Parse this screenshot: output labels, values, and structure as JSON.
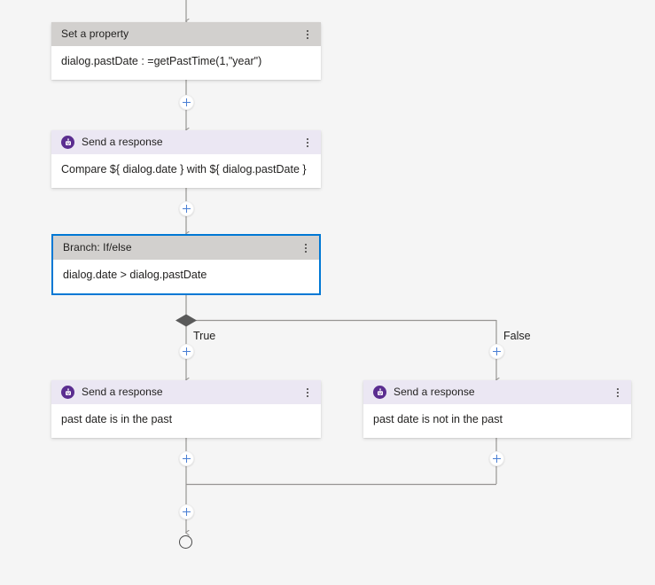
{
  "canvas": {
    "background_color": "#f5f5f5",
    "selection_color": "#0078d4",
    "connector_color": "#979593",
    "plus_color": "#4a7fd4",
    "bot_icon_color": "#5b2d90"
  },
  "nodes": [
    {
      "id": "set-a-property",
      "type": "setProperty",
      "title": "Set a property",
      "body": "dialog.pastDate : =getPastTime(1,\"year\")",
      "header_style": "gray",
      "has_icon": false,
      "selected": false,
      "menu": "more-options"
    },
    {
      "id": "send-a-response-compare",
      "type": "sendResponse",
      "title": "Send a response",
      "body": "Compare ${ dialog.date } with ${ dialog.pastDate }",
      "header_style": "purple",
      "has_icon": true,
      "icon": "bot-icon",
      "selected": false,
      "menu": "more-options"
    },
    {
      "id": "branch-if-else",
      "type": "ifCondition",
      "title": "Branch: If/else",
      "body": "dialog.date > dialog.pastDate",
      "header_style": "gray",
      "has_icon": false,
      "selected": true,
      "menu": "more-options"
    },
    {
      "id": "send-a-response-true",
      "type": "sendResponse",
      "title": "Send a response",
      "body": "past date is in the past",
      "header_style": "purple",
      "has_icon": true,
      "icon": "bot-icon",
      "selected": false,
      "menu": "more-options"
    },
    {
      "id": "send-a-response-false",
      "type": "sendResponse",
      "title": "Send a response",
      "body": "past date is not in the past",
      "header_style": "purple",
      "has_icon": true,
      "icon": "bot-icon",
      "selected": false,
      "menu": "more-options"
    }
  ],
  "branch_labels": {
    "true": "True",
    "false": "False"
  },
  "insert_buttons": [
    {
      "id": "insert-after-set-property",
      "label": "+"
    },
    {
      "id": "insert-after-send-response-compare",
      "label": "+"
    },
    {
      "id": "insert-true-branch",
      "label": "+"
    },
    {
      "id": "insert-false-branch",
      "label": "+"
    },
    {
      "id": "insert-after-true-response",
      "label": "+"
    },
    {
      "id": "insert-after-false-response",
      "label": "+"
    },
    {
      "id": "insert-before-end",
      "label": "+"
    }
  ],
  "end_node": {
    "id": "flow-end",
    "label": ""
  }
}
